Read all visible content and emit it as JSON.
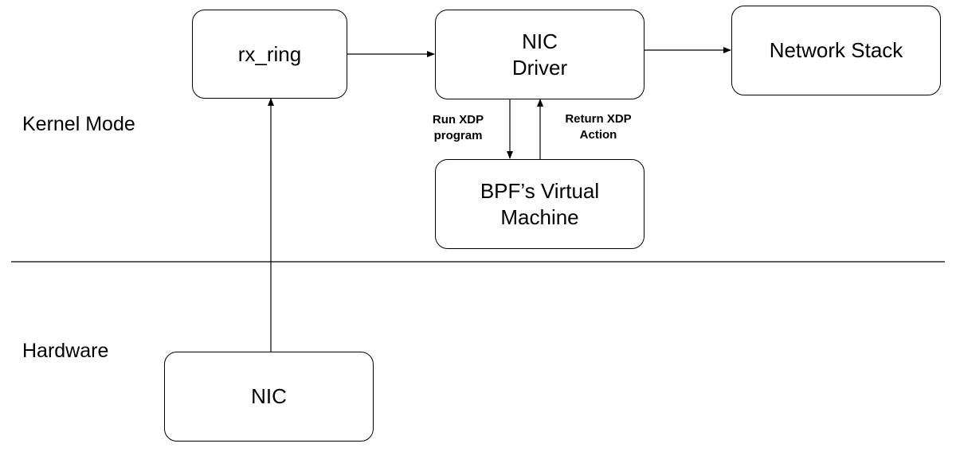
{
  "regions": {
    "kernel_label": "Kernel Mode",
    "hardware_label": "Hardware"
  },
  "nodes": {
    "rx_ring": {
      "lines": [
        "rx_ring"
      ]
    },
    "nic_driver": {
      "lines": [
        "NIC",
        "Driver"
      ]
    },
    "network_stack": {
      "lines": [
        "Network Stack"
      ]
    },
    "bpf_vm": {
      "lines": [
        "BPF’s Virtual",
        "Machine"
      ]
    },
    "nic": {
      "lines": [
        "NIC"
      ]
    }
  },
  "edges": {
    "run_xdp": {
      "lines": [
        "Run XDP",
        "program"
      ]
    },
    "return_xdp": {
      "lines": [
        "Return XDP",
        "Action"
      ]
    }
  }
}
